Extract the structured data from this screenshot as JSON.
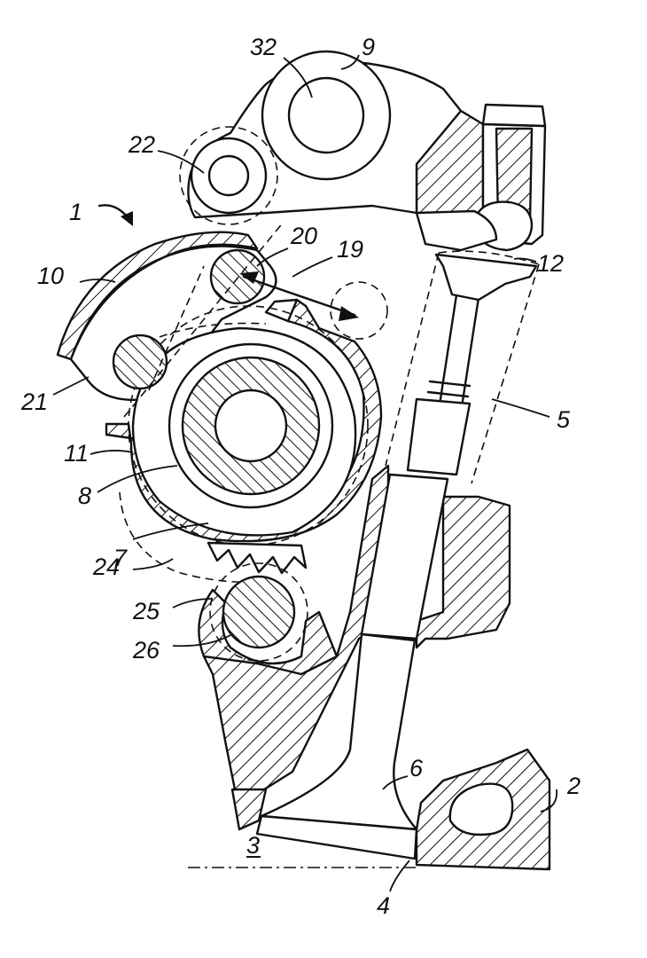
{
  "labels": {
    "l1": "1",
    "l2": "2",
    "l3": "3",
    "l4": "4",
    "l5": "5",
    "l6": "6",
    "l7": "7",
    "l8": "8",
    "l9": "9",
    "l10": "10",
    "l11": "11",
    "l12": "12",
    "l19": "19",
    "l20": "20",
    "l21": "21",
    "l22": "22",
    "l24": "24",
    "l25": "25",
    "l26": "26",
    "l32": "32"
  }
}
